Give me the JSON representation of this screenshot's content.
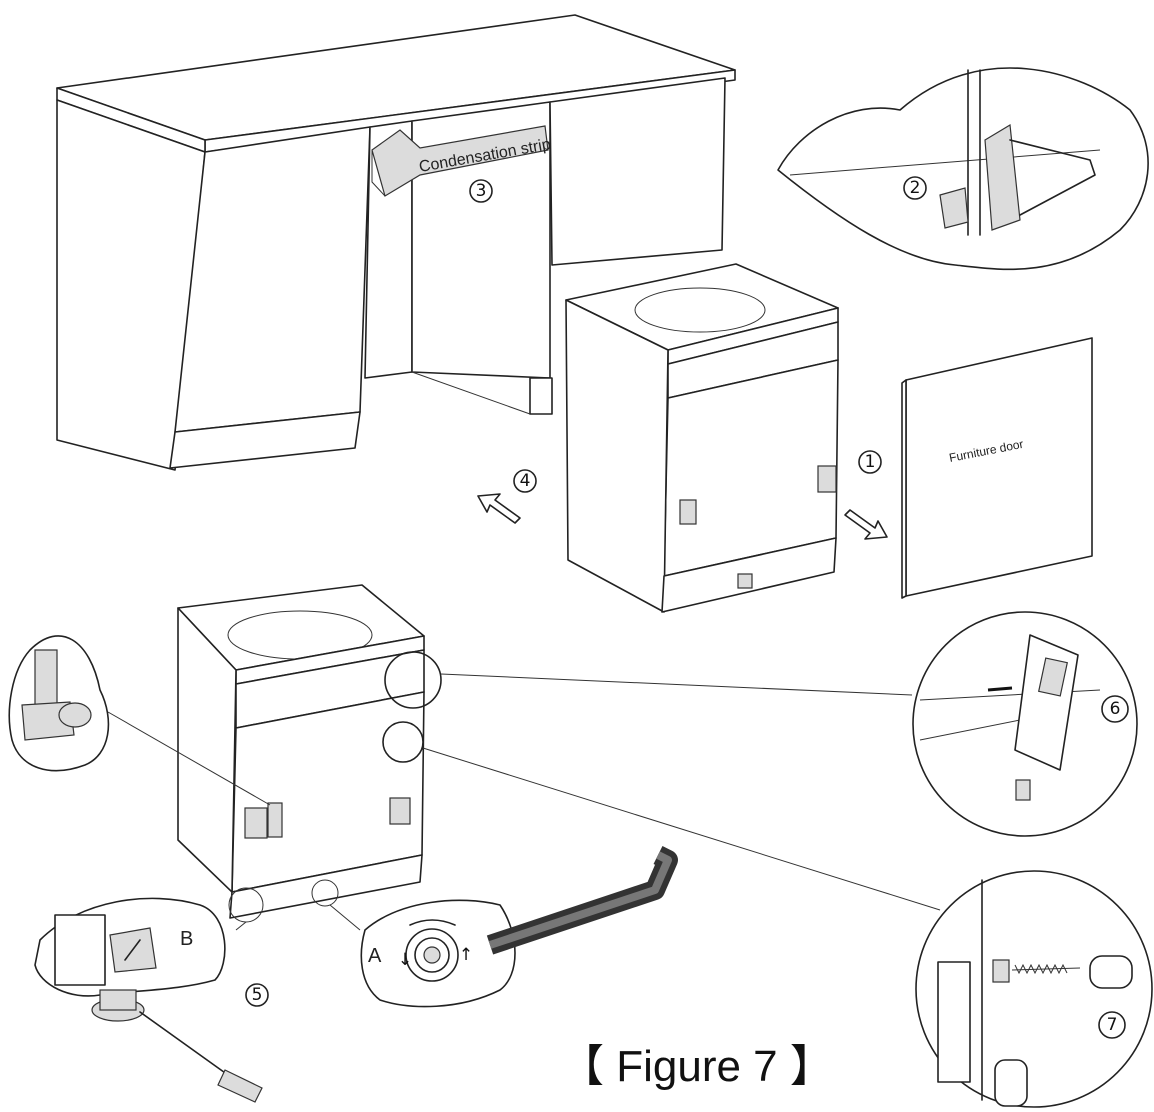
{
  "labels": {
    "condensation_strip": "Condensation strip",
    "furniture_door": "Furniture door",
    "callout_a": "A",
    "callout_b": "B"
  },
  "steps": {
    "s1": "1",
    "s2": "2",
    "s3": "3",
    "s4": "4",
    "s5": "5",
    "s6": "6",
    "s7": "7"
  },
  "caption": "【 Figure 7 】"
}
